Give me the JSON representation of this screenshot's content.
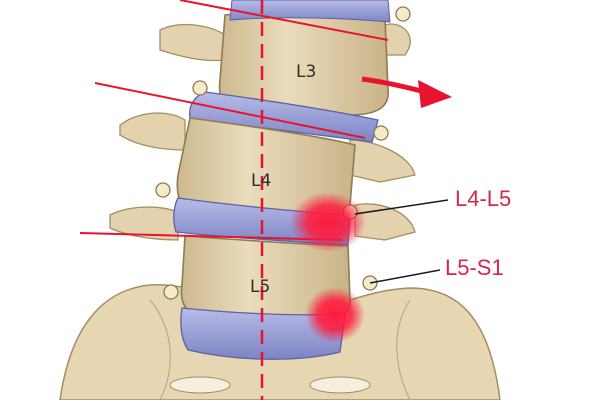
{
  "vertebra_labels": {
    "l3": "L3",
    "l4": "L4",
    "l5": "L5"
  },
  "callouts": {
    "l4_l5": "L4-L5",
    "l5_s1": "L5-S1"
  },
  "colors": {
    "bone": "#e8d9b8",
    "bone_shade": "#cdb98f",
    "disc": "#9aa0d6",
    "disc_shade": "#6f76b8",
    "marker_red": "#e8132f",
    "callout_text": "#d8264a",
    "joint_dot": "#f2ecc8"
  },
  "icons": {
    "arrow": "slip-direction-arrow-icon"
  }
}
